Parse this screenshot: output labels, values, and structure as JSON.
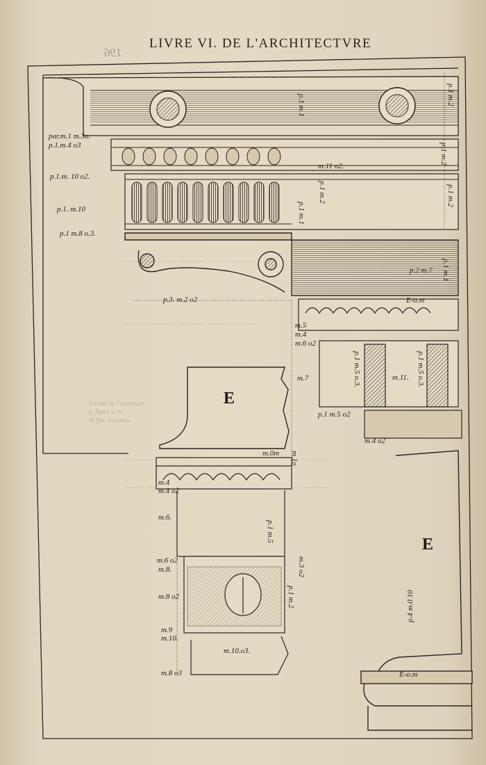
{
  "header": {
    "running_title": "LIVRE VI. DE L'ARCHITECTVRE",
    "folio_mirrored": "196"
  },
  "plate": {
    "letter_E_upper": "E",
    "letter_E_lower": "E",
    "dims_left": [
      "par.m.1 m.3o.",
      "p.1.m.4 o3",
      "p.1.m. 10 o2.",
      "p.1. m.10",
      "p.1 m.8 o.3.",
      "p.3. m.2 o2"
    ],
    "dims_right_upper": [
      "p.1 m.1",
      "p.1 m.2",
      "p.1 m.2",
      "p.1 m.1",
      "p.1 m.2",
      "p.1 m.2",
      "m.11 o2.",
      "p.2 m.7",
      "p.1 m.1",
      "E-o.m"
    ],
    "dims_mid": [
      "m.5",
      "m.4",
      "m.6 o2",
      "m.7",
      "p.1 m.5 o.3.",
      "p.1 m.5 o.3.",
      "m.11.",
      "p.1 m.5 o2",
      "m.4 o2"
    ],
    "dims_lower": [
      "m.0m",
      "m.1o",
      "m.4",
      "m.4 o2",
      "m.6.",
      "p.1 m.5",
      "m.6 o2",
      "m.8.",
      "m.3 o2",
      "m.8 o2",
      "p.1 m.2",
      "m.9",
      "m.10.",
      "m.10.o3.",
      "m.8 o3",
      "p.4 m.0 10",
      "E-o.m"
    ]
  },
  "margin_notes": [
    "Estratti de l'ouverture",
    "p. figure a ro-",
    "de fini. Lesquels"
  ]
}
